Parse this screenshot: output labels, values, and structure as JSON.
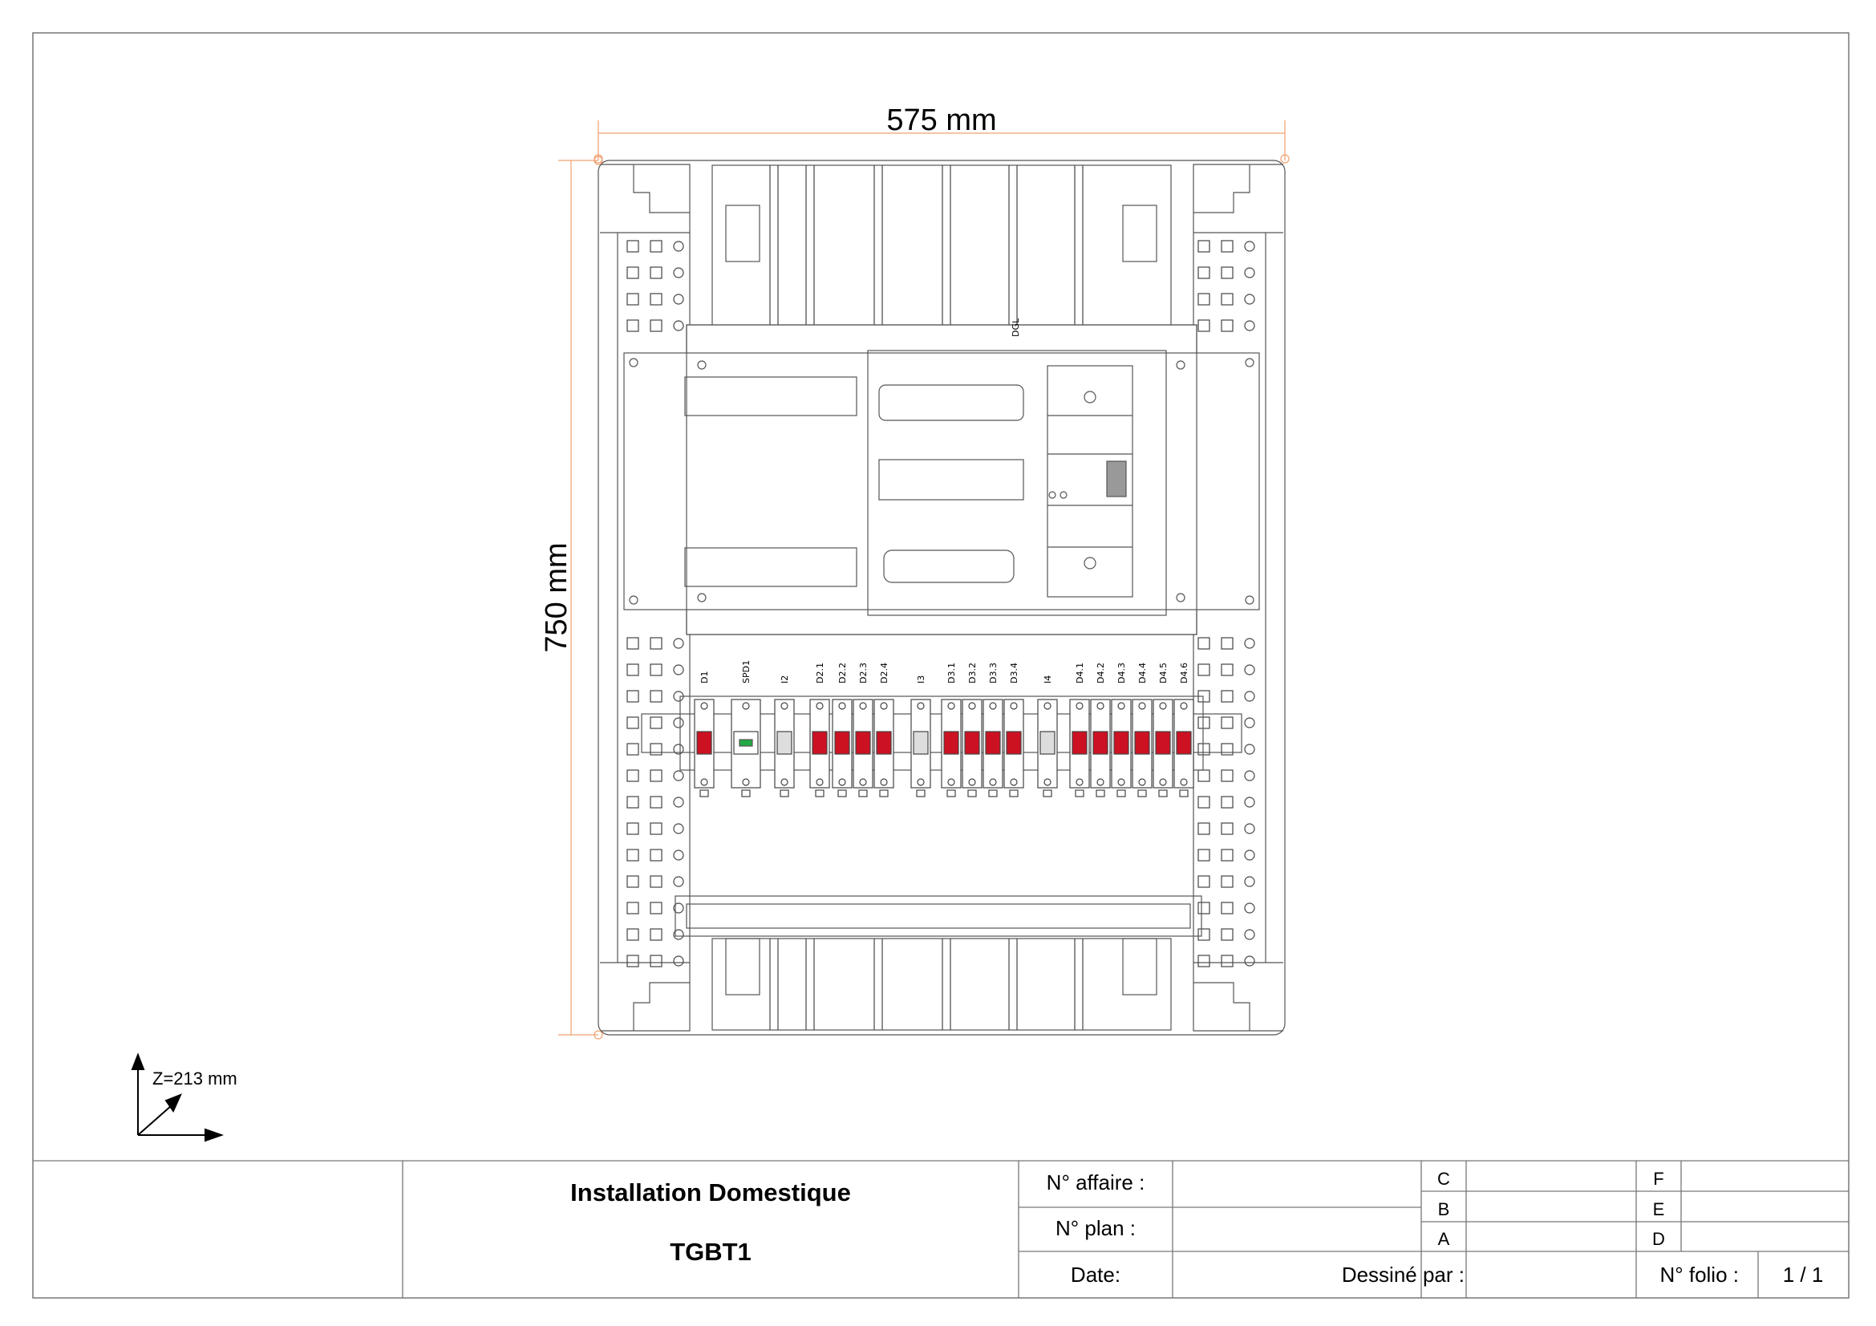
{
  "drawing": {
    "width_dimension": "575 mm",
    "height_dimension": "750 mm",
    "depth_label": "Z=213 mm",
    "main_breaker_label": "DGL",
    "device_labels": [
      "D1",
      "SPD1",
      "I2",
      "D2.1",
      "D2.2",
      "D2.3",
      "D2.4",
      "I3",
      "D3.1",
      "D3.2",
      "D3.3",
      "D3.4",
      "I4",
      "D4.1",
      "D4.2",
      "D4.3",
      "D4.4",
      "D4.5",
      "D4.6"
    ]
  },
  "title_block": {
    "project": "Installation Domestique",
    "board": "TGBT1",
    "affaire_label": "N° affaire :",
    "plan_label": "N° plan :",
    "date_label": "Date:",
    "drawn_by_label": "Dessiné par :",
    "folio_label": "N° folio :",
    "folio_value": "1 / 1",
    "rev_c": "C",
    "rev_b": "B",
    "rev_a": "A",
    "rev_f": "F",
    "rev_e": "E",
    "rev_d": "D"
  },
  "colors": {
    "line": "#444444",
    "dimension": "#f0a070",
    "breaker_red": "#cc1122",
    "accent_green": "#22aa44"
  }
}
